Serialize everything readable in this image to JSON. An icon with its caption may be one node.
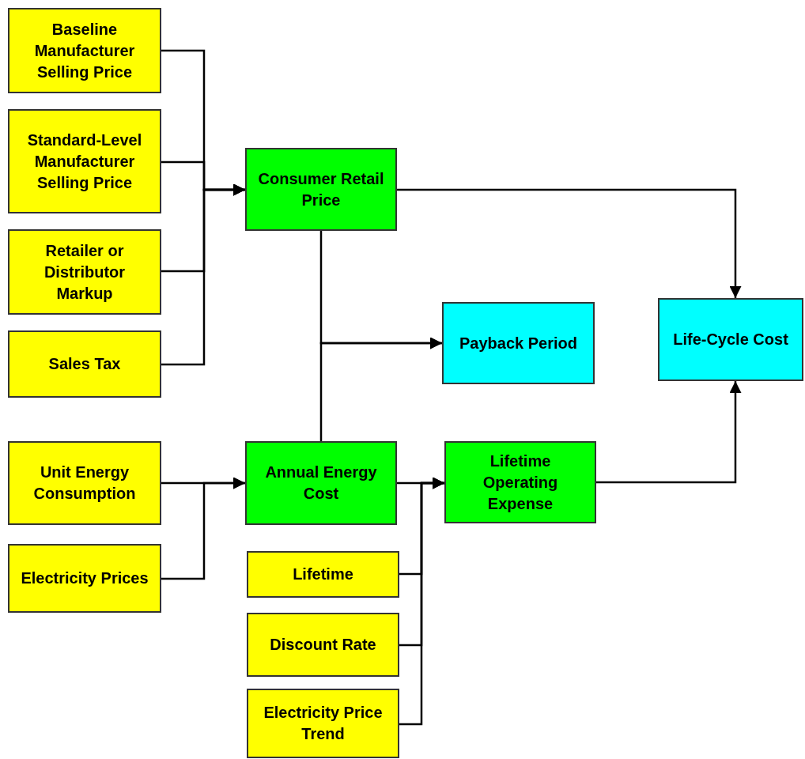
{
  "diagram": {
    "nodes": [
      {
        "text": [
          "Baseline Manufacturer Selling Price"
        ]
      },
      {
        "text": [
          "Standard-Level Manufacturer Selling Price"
        ]
      },
      {
        "text": [
          "Retailer or Distributor Markup"
        ]
      },
      {
        "text": [
          "Sales Tax"
        ]
      },
      {
        "text": [
          "Consumer Retail Price"
        ]
      },
      {
        "text": [
          "Payback Period"
        ]
      },
      {
        "text": [
          "Life-Cycle Cost"
        ]
      },
      {
        "text": [
          "Unit Energy Consumption"
        ]
      },
      {
        "text": [
          "Electricity Prices"
        ]
      },
      {
        "text": [
          "Annual Energy Cost"
        ]
      },
      {
        "text": [
          "Lifetime Operating Expense"
        ]
      },
      {
        "text": [
          "Lifetime"
        ]
      },
      {
        "text": [
          "Discount Rate"
        ]
      },
      {
        "text": [
          "Electricity Price Trend"
        ]
      }
    ],
    "edges": [
      {
        "from": 0,
        "to": 4,
        "arrow": "to"
      },
      {
        "from": 1,
        "to": 4,
        "arrow": "to"
      },
      {
        "from": 2,
        "to": 4,
        "arrow": "to"
      },
      {
        "from": 3,
        "to": 4,
        "arrow": "to"
      },
      {
        "from": 4,
        "to": 6,
        "arrow": "to"
      },
      {
        "from": 4,
        "to": 5,
        "arrow": "to"
      },
      {
        "from": 7,
        "to": 9,
        "arrow": "to"
      },
      {
        "from": 8,
        "to": 9,
        "arrow": "to"
      },
      {
        "from": 9,
        "to": 5,
        "arrow": "to"
      },
      {
        "from": 9,
        "to": 10,
        "arrow": "to"
      },
      {
        "from": 11,
        "to": 10,
        "arrow": "to"
      },
      {
        "from": 12,
        "to": 10,
        "arrow": "to"
      },
      {
        "from": 13,
        "to": 10,
        "arrow": "to"
      },
      {
        "from": 10,
        "to": 6,
        "arrow": "to"
      }
    ]
  }
}
